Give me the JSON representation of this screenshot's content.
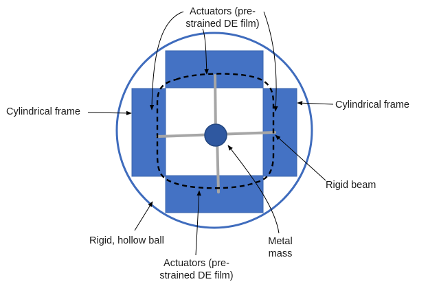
{
  "labels": {
    "actuators_top_line1": "Actuators (pre-",
    "actuators_top_line2": "strained DE film)",
    "actuators_bottom_line1": "Actuators (pre-",
    "actuators_bottom_line2": "strained DE film)",
    "cylindrical_frame_left": "Cylindrical frame",
    "cylindrical_frame_right": "Cylindrical frame",
    "rigid_beam": "Rigid beam",
    "rigid_hollow_ball": "Rigid, hollow ball",
    "metal_mass_line1": "Metal",
    "metal_mass_line2": "mass"
  },
  "colors": {
    "frame_fill": "#4472c4",
    "ball_outline": "#3f6cbd",
    "mass_fill": "#2f58a0",
    "beam": "#a6a6a6",
    "actuator_film_dashed": "#000000"
  }
}
